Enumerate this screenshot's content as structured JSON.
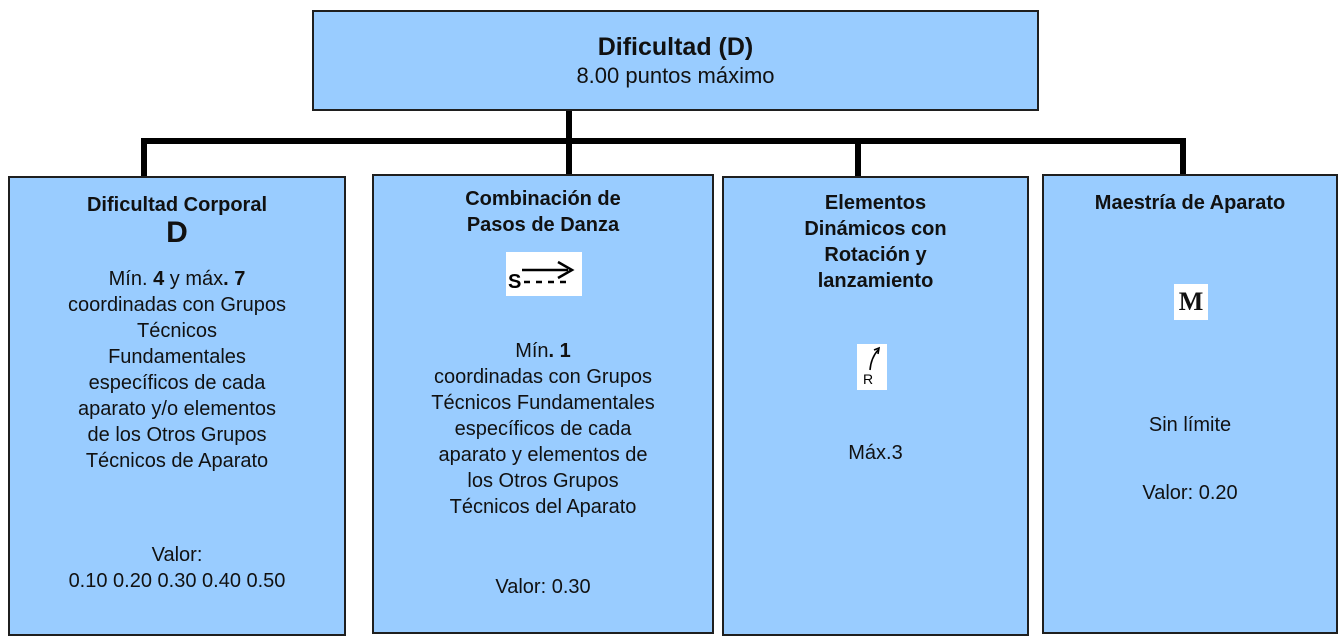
{
  "top": {
    "title": "Dificultad (D)",
    "subtitle": "8.00 puntos máximo"
  },
  "col1": {
    "title": "Dificultad Corporal",
    "symbol": "D",
    "rule_pre": "Mín.",
    "rule_min": "4",
    "rule_mid": "y máx",
    "rule_max": ". 7",
    "lines": [
      "coordinadas con Grupos",
      "Técnicos",
      "Fundamentales",
      "específicos de cada",
      "aparato y/o elementos",
      "de los Otros Grupos",
      "Técnicos de Aparato"
    ],
    "value_label": "Valor:",
    "values": "0.10 0.20 0.30 0.40 0.50"
  },
  "col2": {
    "title_line1": "Combinación de",
    "title_line2": "Pasos de Danza",
    "icon_letter": "S",
    "rule_pre": "Mín",
    "rule_min": ". 1",
    "lines": [
      "coordinadas con Grupos",
      "Técnicos Fundamentales",
      "específicos de cada",
      "aparato y elementos de",
      "los Otros Grupos",
      "Técnicos del Aparato"
    ],
    "value": "Valor: 0.30"
  },
  "col3": {
    "title_lines": [
      "Elementos",
      "Dinámicos con",
      "Rotación y",
      "lanzamiento"
    ],
    "icon_letter": "R",
    "limit": "Máx.3"
  },
  "col4": {
    "title": "Maestría de Aparato",
    "symbol": "M",
    "limit": "Sin límite",
    "value": "Valor: 0.20"
  }
}
